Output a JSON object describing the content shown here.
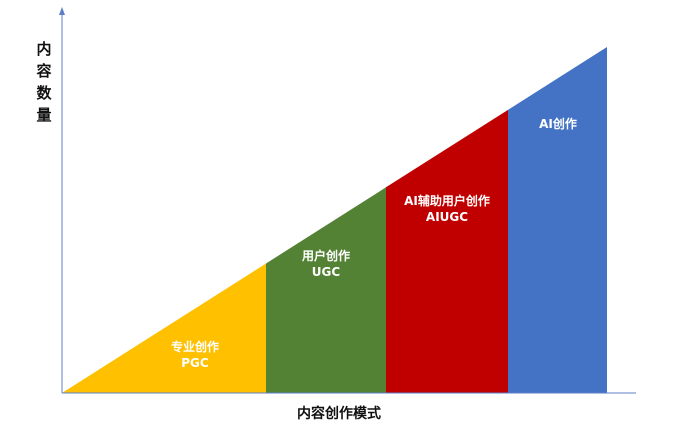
{
  "diagram": {
    "y_axis_label": "内容数量",
    "x_axis_label": "内容创作模式",
    "bands": [
      {
        "line1": "专业创作",
        "line2": "PGC",
        "color": "#FFC000"
      },
      {
        "line1": "用户创作",
        "line2": "UGC",
        "color": "#548235"
      },
      {
        "line1": "AI辅助用户创作",
        "line2": "AIUGC",
        "color": "#C00000"
      },
      {
        "line1": "AI创作",
        "line2": "",
        "color": "#4472C4"
      }
    ],
    "axis_color": "#5B7FC7"
  }
}
